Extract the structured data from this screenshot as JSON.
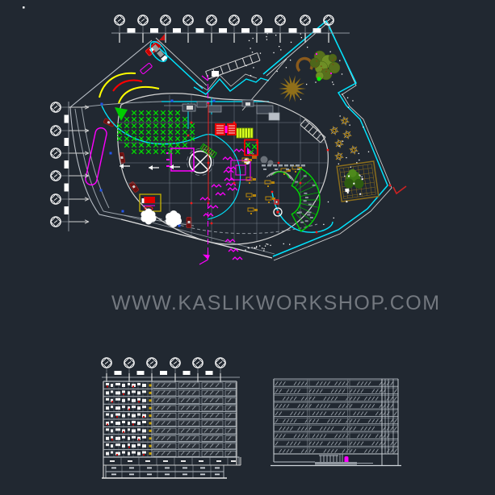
{
  "drawing": {
    "type": "cad-architectural-drawing",
    "sheets": {
      "site_plan": "masterplan with landscaping, roads, parking and tower footprint",
      "section": "building section with 10 floors and basement levels",
      "elevation": "building front elevation with 10 glazed floor bands"
    }
  },
  "watermark": {
    "text": "WWW.KASLIKWORKSHOP.COM"
  },
  "palette": {
    "background": "#212831",
    "boundary_cyan": "#00e5ff",
    "outline_white": "#d8d8d8",
    "outline_gray": "#9aa2aa",
    "road_yellow": "#ffff00",
    "accent_red": "#ff1a1a",
    "accent_magenta": "#ff00ff",
    "tree_green": "#00e000",
    "earth_olive": "#8f6f1a",
    "furniture_gold": "#b8860b",
    "car_darkred": "#6a1010",
    "watermark_gray": "#73787f",
    "blue_dot": "#2255ee",
    "yellow_dot": "#c8a000"
  },
  "plan": {
    "grid_top_count": 10,
    "grid_left_count": 6
  },
  "section": {
    "grid_count": 6,
    "floor_count": 10,
    "basement_count": 2
  },
  "elevation": {
    "floor_count": 10
  }
}
